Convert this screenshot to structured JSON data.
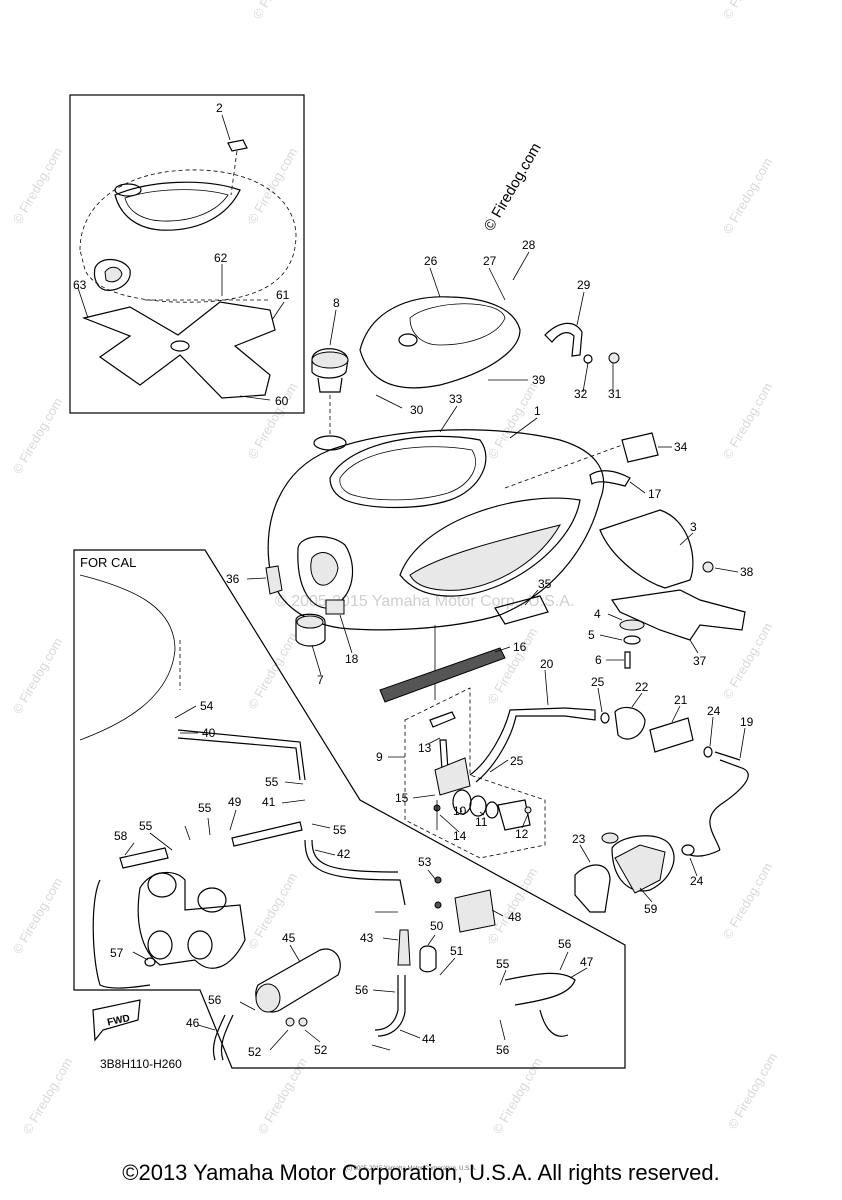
{
  "watermark": "© Firedog.com",
  "center_watermark": "© 2005-2015 Yamaha Motor Corp., U.S.A.",
  "tiny_footer": "(c) 2005-2015 Yamaha Motor Corporation, U.S.A.",
  "for_cal_label": "FOR CAL",
  "diagram_code": "3B8H110-H260",
  "fwd_label": "FWD",
  "copyright": "©2013 Yamaha Motor Corporation, U.S.A. All rights reserved.",
  "callouts": [
    "2",
    "62",
    "63",
    "61",
    "60",
    "8",
    "26",
    "27",
    "28",
    "29",
    "30",
    "32",
    "31",
    "39",
    "33",
    "1",
    "34",
    "17",
    "3",
    "38",
    "36",
    "35",
    "4",
    "5",
    "6",
    "37",
    "18",
    "7",
    "16",
    "20",
    "25",
    "22",
    "21",
    "24",
    "19",
    "9",
    "13",
    "25",
    "15",
    "10",
    "11",
    "12",
    "14",
    "23",
    "59",
    "24",
    "54",
    "40",
    "55",
    "41",
    "55",
    "49",
    "58",
    "55",
    "42",
    "55",
    "53",
    "48",
    "45",
    "43",
    "50",
    "51",
    "56",
    "47",
    "57",
    "56",
    "52",
    "52",
    "46",
    "56",
    "44",
    "55",
    "56"
  ]
}
